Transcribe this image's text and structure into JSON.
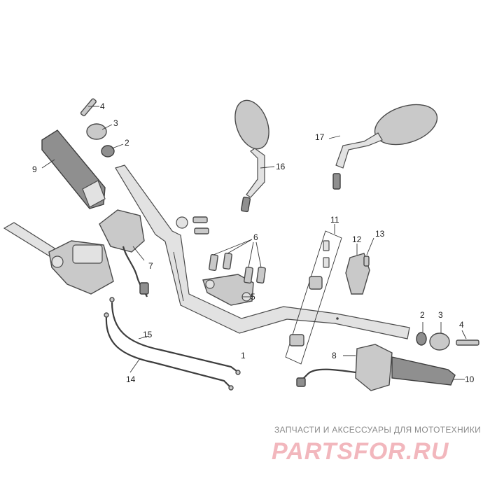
{
  "callouts": {
    "c1": "1",
    "c2a": "2",
    "c2b": "2",
    "c3a": "3",
    "c3b": "3",
    "c4a": "4",
    "c4b": "4",
    "c5": "5",
    "c6": "6",
    "c7": "7",
    "c8": "8",
    "c9": "9",
    "c10": "10",
    "c11": "11",
    "c12": "12",
    "c13": "13",
    "c14": "14",
    "c15": "15",
    "c16": "16",
    "c17": "17"
  },
  "watermark": {
    "tagline": "ЗАПЧАСТИ И АКСЕССУАРЫ ДЛЯ МОТОТЕХНИКИ",
    "brand": "PARTSFOR.RU"
  },
  "colors": {
    "part_fill": "#c9c9c9",
    "outline": "#4a4a4a",
    "watermark_brand": "#f2b7bd"
  }
}
